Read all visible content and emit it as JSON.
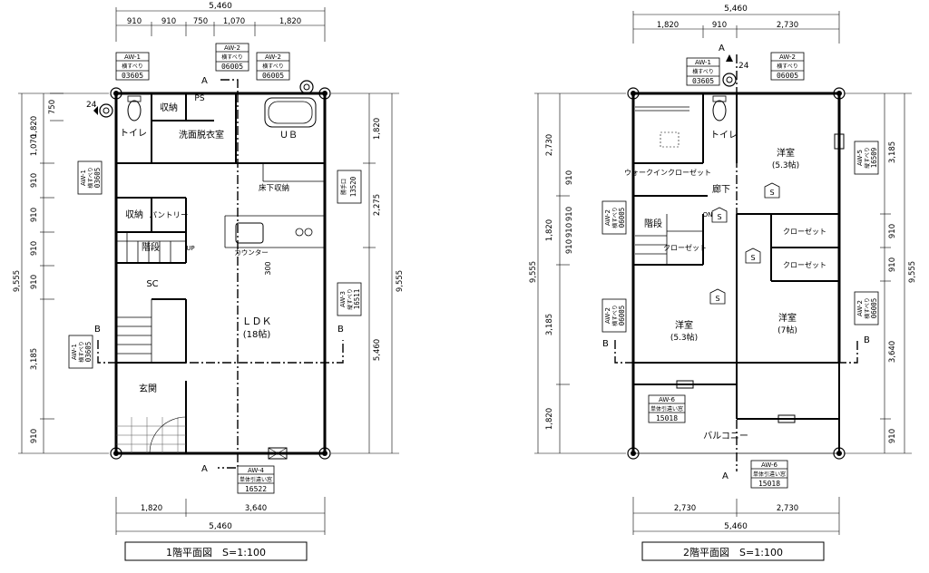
{
  "floor1": {
    "title": "1階平面図　S=1:100",
    "dim_top_total": "5,460",
    "dim_top_parts": [
      "910",
      "910",
      "750",
      "1,070",
      "1,820"
    ],
    "dim_bottom_parts": [
      "1,820",
      "3,640"
    ],
    "dim_bottom_total": "5,460",
    "dim_left_total": "9,555",
    "dim_left_parts": [
      "1,820",
      "750",
      "1,070",
      "910",
      "910",
      "910",
      "910",
      "3,185",
      "910"
    ],
    "dim_right_total": "9,555",
    "dim_right_parts": [
      "1,820",
      "2,275",
      "5,460"
    ],
    "rooms": {
      "storage": "収納",
      "ps": "PS",
      "washroom": "洗面脱衣室",
      "ub": "ＵＢ",
      "toilet": "トイレ",
      "underfloor": "床下収納",
      "storage2": "収納",
      "pantry": "パントリー",
      "stairs": "階段",
      "up": "UP",
      "counter": "カウンター",
      "dim300": "300",
      "sc": "SC",
      "ldk": "ＬＤＫ",
      "ldk_size": "(18帖)",
      "entrance": "玄関"
    },
    "windows": {
      "aw1_top": {
        "id": "AW-1",
        "type": "横すべり",
        "code": "03605"
      },
      "aw2_a": {
        "id": "AW-2",
        "type": "横すべり",
        "code": "06005"
      },
      "aw2_b": {
        "id": "AW-2",
        "type": "横すべり",
        "code": "06005"
      },
      "aw1_left": {
        "id": "AW-1",
        "type": "横すべり",
        "code": "03605"
      },
      "aw1_left2": {
        "id": "AW-1",
        "type": "横すべり",
        "code": "03605"
      },
      "aw3": {
        "id": "AW-3",
        "type": "縦すべり",
        "code": "16511"
      },
      "kitchen": {
        "id": "",
        "type": "勝手口",
        "code": "13520"
      },
      "aw4": {
        "id": "AW-4",
        "type": "単体引違い窓",
        "code": "16522"
      }
    },
    "marks": {
      "a_top": "A",
      "a_bottom": "A",
      "b_left": "B",
      "b_right": "B",
      "fan": "24"
    }
  },
  "floor2": {
    "title": "2階平面図　S=1:100",
    "dim_top_total": "5,460",
    "dim_top_parts": [
      "1,820",
      "910",
      "2,730"
    ],
    "dim_bottom_parts": [
      "2,730",
      "2,730"
    ],
    "dim_bottom_total": "5,460",
    "dim_left_total": "9,555",
    "dim_left_parts": [
      "2,730",
      "1,820",
      "910",
      "910",
      "910",
      "910",
      "3,185",
      "1,820"
    ],
    "dim_right_parts": [
      "3,185",
      "910",
      "910",
      "3,640",
      "910"
    ],
    "dim_right_total": "9,555",
    "rooms": {
      "toilet": "トイレ",
      "yoshitsu1": "洋室",
      "yoshitsu1_size": "(5.3帖)",
      "wic": "ウォークインクローゼット",
      "hall": "廊下",
      "on": "ON",
      "stairs": "階段",
      "closet1": "クローゼット",
      "closet2": "クローゼット",
      "closet3": "クローゼット",
      "yoshitsu2": "洋室",
      "yoshitsu2_size": "(5.3帖)",
      "yoshitsu3": "洋室",
      "yoshitsu3_size": "(7帖)",
      "balcony": "バルコニー",
      "s": "S"
    },
    "windows": {
      "aw1": {
        "id": "AW-1",
        "type": "横すべり",
        "code": "03605"
      },
      "aw2_top": {
        "id": "AW-2",
        "type": "横すべり",
        "code": "06005"
      },
      "aw5": {
        "id": "AW-5",
        "type": "縦すべり",
        "code": "16509"
      },
      "aw2_l1": {
        "id": "AW-2",
        "type": "横すべり",
        "code": "06005"
      },
      "aw2_l2": {
        "id": "AW-2",
        "type": "横すべり",
        "code": "06005"
      },
      "aw2_r": {
        "id": "AW-2",
        "type": "横すべり",
        "code": "06005"
      },
      "aw6_a": {
        "id": "AW-6",
        "type": "単体引違い窓",
        "code": "15018"
      },
      "aw6_b": {
        "id": "AW-6",
        "type": "単体引違い窓",
        "code": "15018"
      }
    },
    "marks": {
      "a_top": "A",
      "a_bottom": "A",
      "b_left": "B",
      "b_right": "B",
      "fan": "24"
    }
  }
}
